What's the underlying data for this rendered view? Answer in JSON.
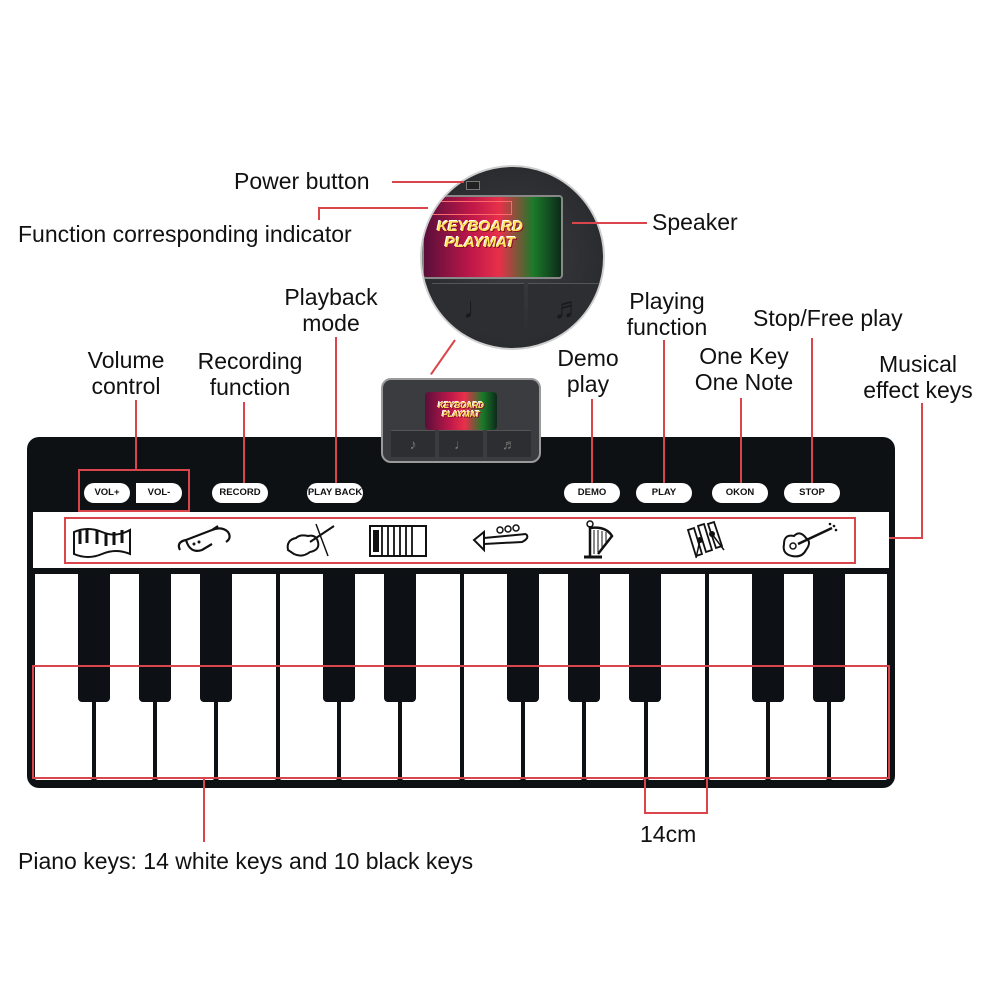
{
  "diagram": {
    "title": "Keyboard Playmat features",
    "device": {
      "screen_title_line1": "KEYBOARD",
      "screen_title_line2": "PLAYMAT",
      "button_glyphs": [
        "♪",
        "♩",
        "♬"
      ]
    },
    "callouts": {
      "power_button": "Power button",
      "function_indicator": "Function corresponding indicator",
      "speaker": "Speaker",
      "playback_mode_1": "Playback",
      "playback_mode_2": "mode",
      "playing_function_1": "Playing",
      "playing_function_2": "function",
      "stop_free_play": "Stop/Free play",
      "volume_control_1": "Volume",
      "volume_control_2": "control",
      "recording_function_1": "Recording",
      "recording_function_2": "function",
      "demo_play_1": "Demo",
      "demo_play_2": "play",
      "okon_1": "One Key",
      "okon_2": "One Note",
      "musical_effect_1": "Musical",
      "musical_effect_2": "effect keys",
      "piano_keys": "Piano keys: 14 white keys and 10 black keys",
      "key_width": "14cm"
    },
    "control_buttons": {
      "vol_plus": "VOL+",
      "vol_minus": "VOL-",
      "record": "RECORD",
      "play_back": "PLAY BACK",
      "demo": "DEMO",
      "play": "PLAY",
      "okon": "OKON",
      "stop": "STOP"
    },
    "instrument_icons": [
      "piano-icon",
      "saxophone-icon",
      "violin-icon",
      "accordion-icon",
      "trumpet-icon",
      "harp-icon",
      "xylophone-icon",
      "guitar-icon"
    ],
    "keyboard": {
      "white_keys": 14,
      "black_keys": 10
    },
    "colors": {
      "callout_red": "#d9454a",
      "mat_black": "#0e1114",
      "key_white": "#ffffff"
    }
  }
}
